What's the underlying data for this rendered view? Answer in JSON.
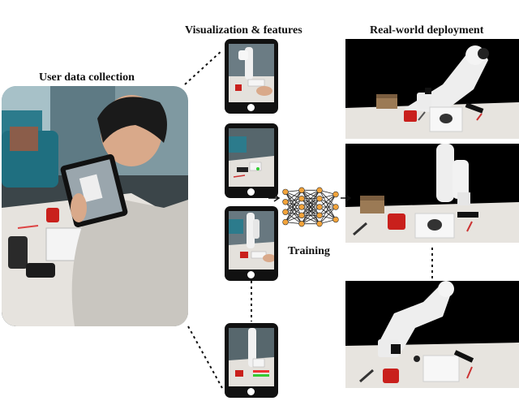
{
  "titles": {
    "user_data": "User data collection",
    "visualization": "Visualization & features",
    "deployment": "Real-world deployment"
  },
  "training_label": "Training",
  "tablet_frames": 4,
  "deployment_frames": 3,
  "colors": {
    "wall": "#6f8a93",
    "carpet": "#3a4447",
    "table": "#e7e4df",
    "robot": "#eeeeee",
    "mug": "#c9201c",
    "box": "#9b7a55",
    "network_node": "#f2a33a",
    "network_edge": "#222222"
  },
  "icons": [
    "tablet-icon",
    "neural-network-icon"
  ]
}
